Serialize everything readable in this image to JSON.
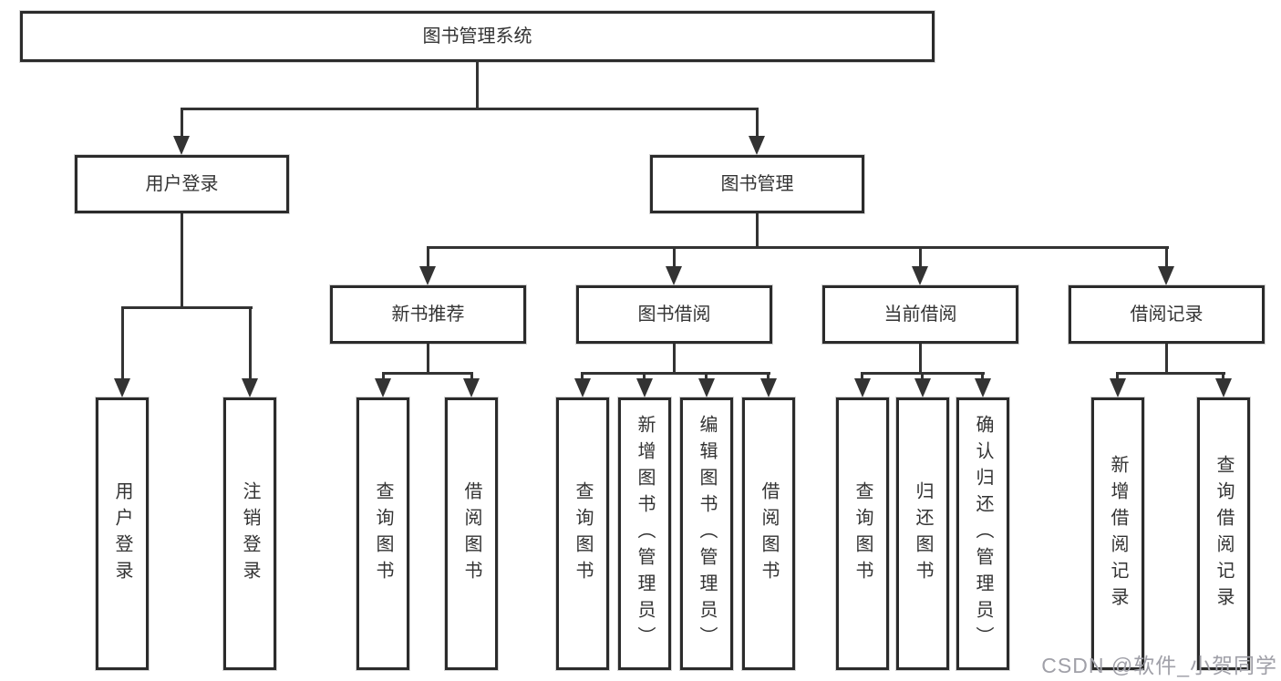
{
  "diagram": {
    "root": {
      "label": "图书管理系统"
    },
    "branches": [
      {
        "label": "用户登录",
        "children": [
          {
            "label": "用户登录"
          },
          {
            "label": "注销登录"
          }
        ]
      },
      {
        "label": "图书管理",
        "children": [
          {
            "label": "新书推荐",
            "children": [
              {
                "label": "查询图书"
              },
              {
                "label": "借阅图书"
              }
            ]
          },
          {
            "label": "图书借阅",
            "children": [
              {
                "label": "查询图书"
              },
              {
                "label": "新增图书（管理员）"
              },
              {
                "label": "编辑图书（管理员）"
              },
              {
                "label": "借阅图书"
              }
            ]
          },
          {
            "label": "当前借阅",
            "children": [
              {
                "label": "查询图书"
              },
              {
                "label": "归还图书"
              },
              {
                "label": "确认归还（管理员）"
              }
            ]
          },
          {
            "label": "借阅记录",
            "children": [
              {
                "label": "新增借阅记录"
              },
              {
                "label": "查询借阅记录"
              }
            ]
          }
        ]
      }
    ],
    "watermark": "CSDN @软件_小贺同学",
    "colors": {
      "line": "#333333",
      "box_border": "#2b2b2b",
      "text": "#333333",
      "watermark": "#a0a0a8",
      "background": "#ffffff"
    }
  }
}
